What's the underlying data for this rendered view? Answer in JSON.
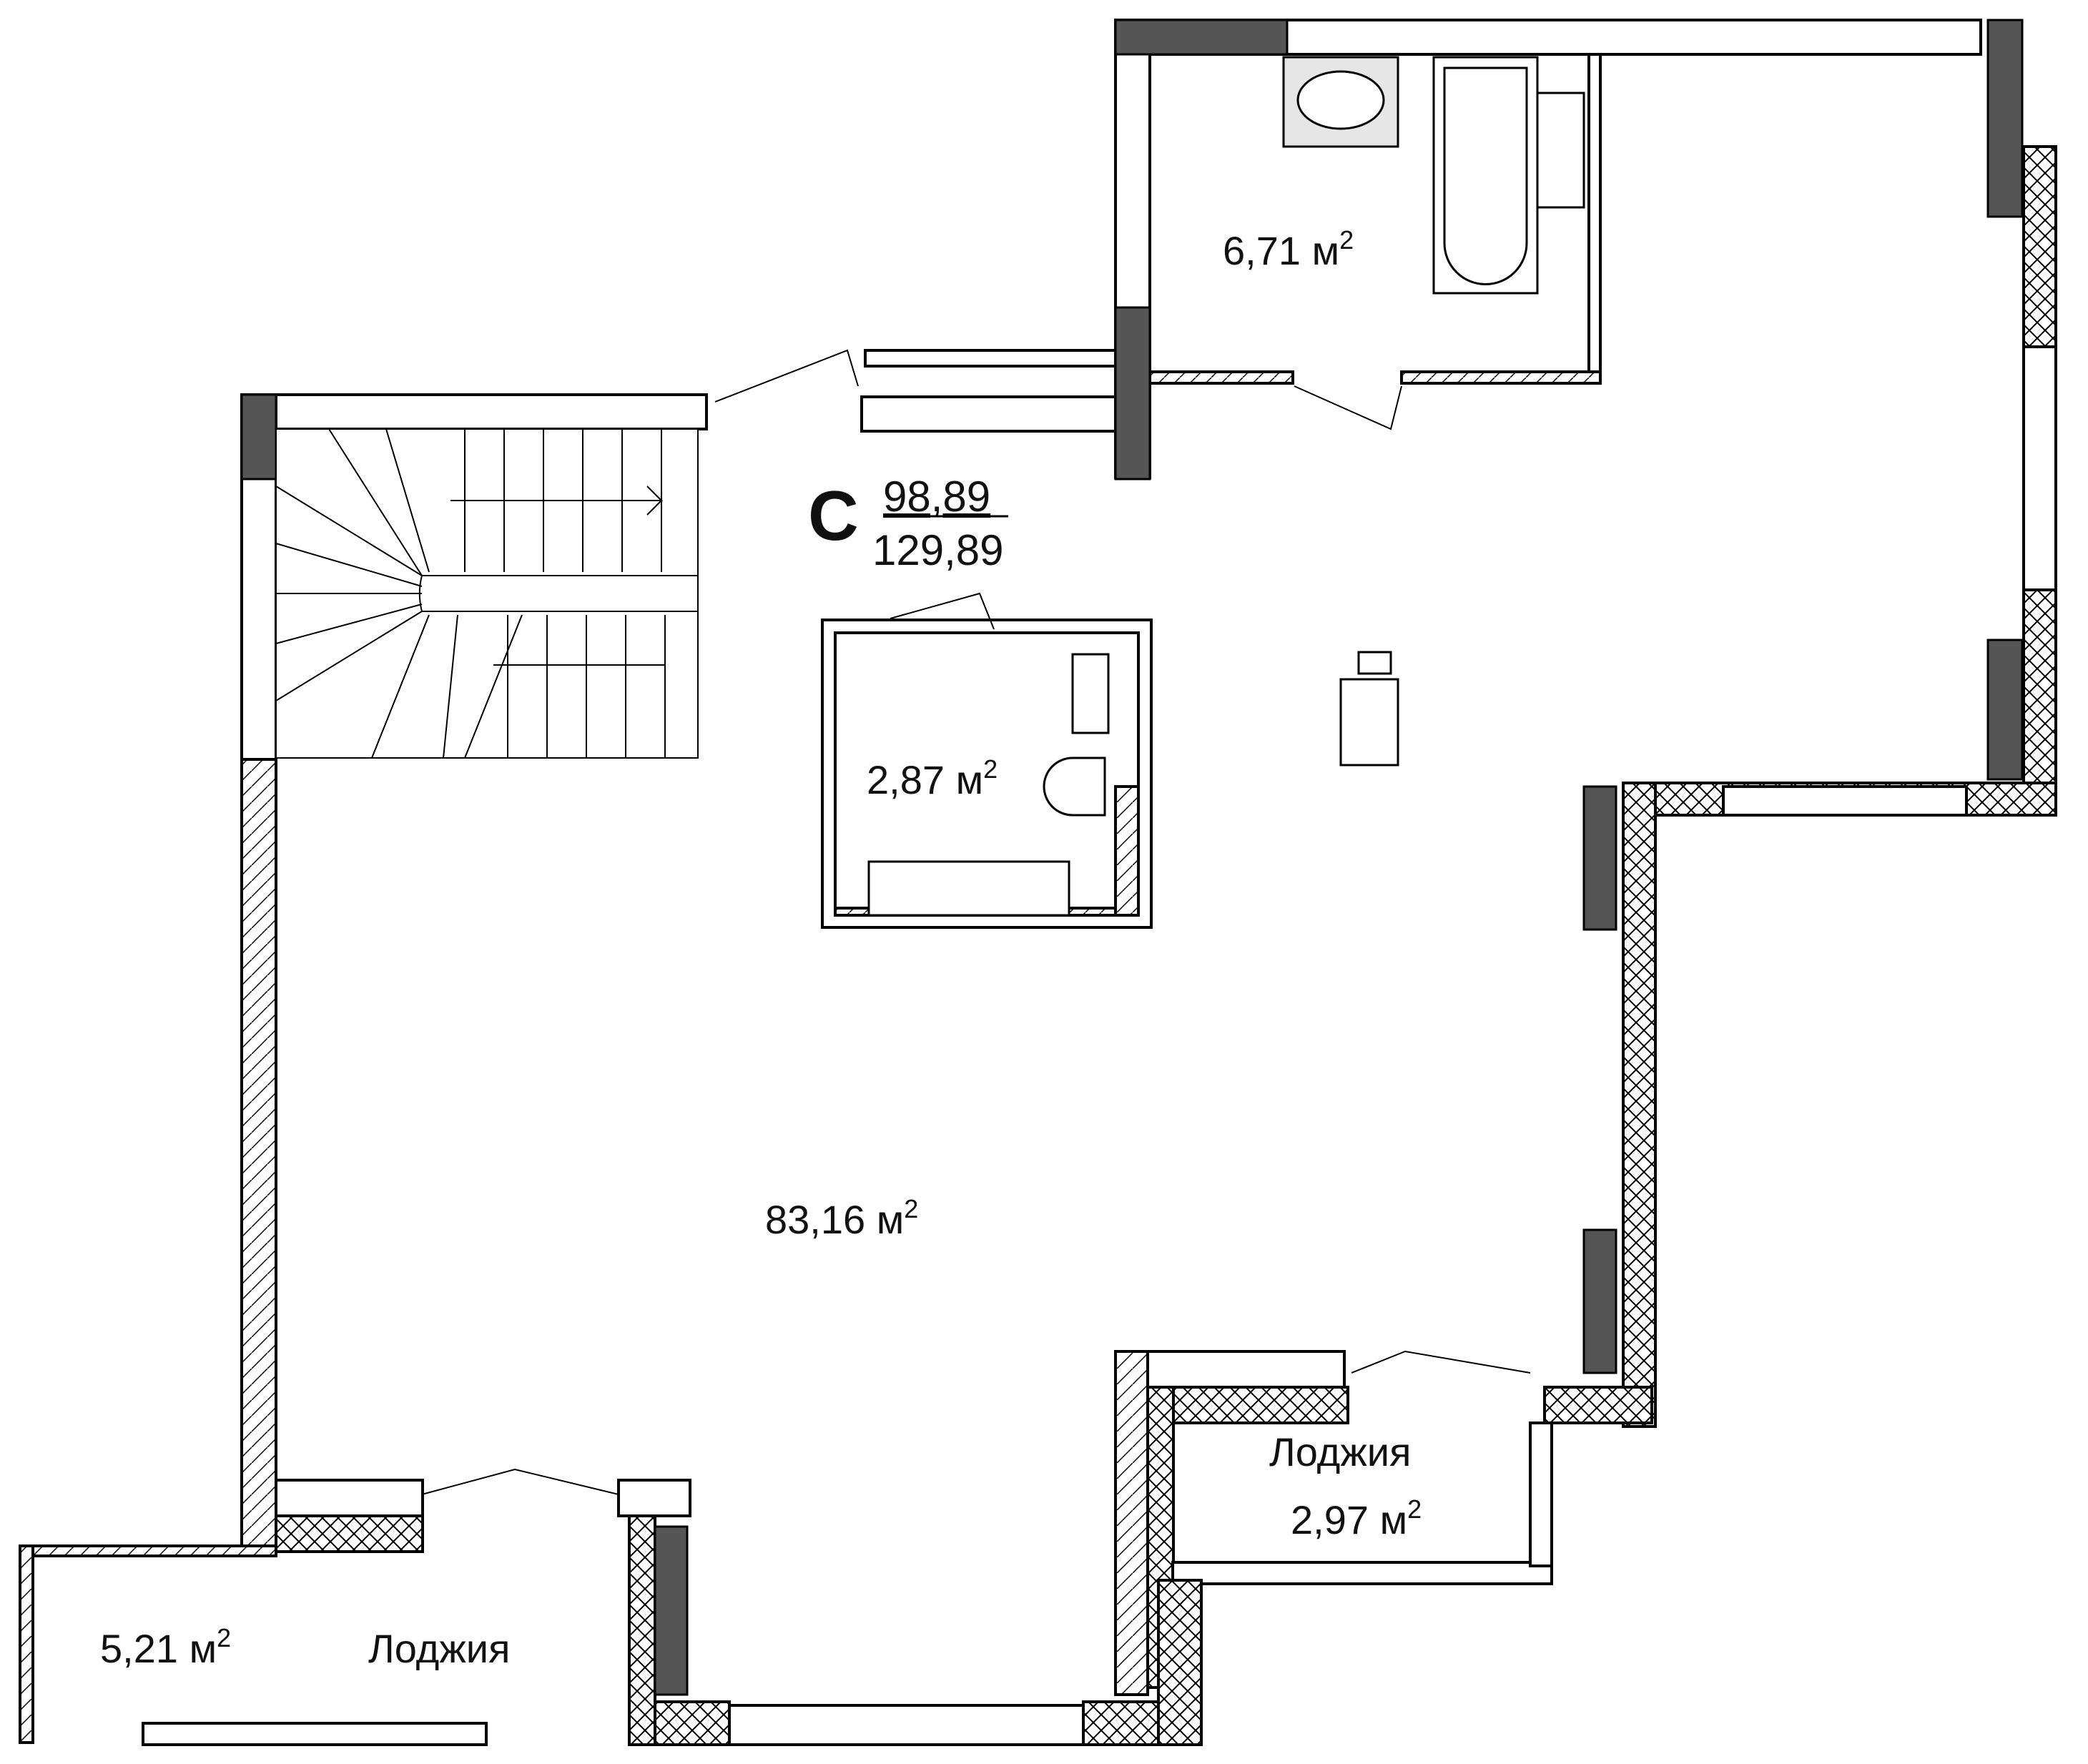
{
  "apartment": {
    "letter": "С",
    "living_area": "98,89",
    "total_area": "129,89"
  },
  "area_unit": "м",
  "area_sup": "2",
  "rooms": {
    "main": {
      "area": "83,16"
    },
    "bathroom": {
      "area": "6,71"
    },
    "wc": {
      "area": "2,87"
    },
    "loggia_left": {
      "area": "5,21",
      "name": "Лоджия"
    },
    "loggia_right": {
      "area": "2,97",
      "name": "Лоджия"
    }
  },
  "colors": {
    "wall": "#ffffff",
    "column": "#555555",
    "outline": "#000000",
    "fixture_fill": "#e6e6e6"
  }
}
